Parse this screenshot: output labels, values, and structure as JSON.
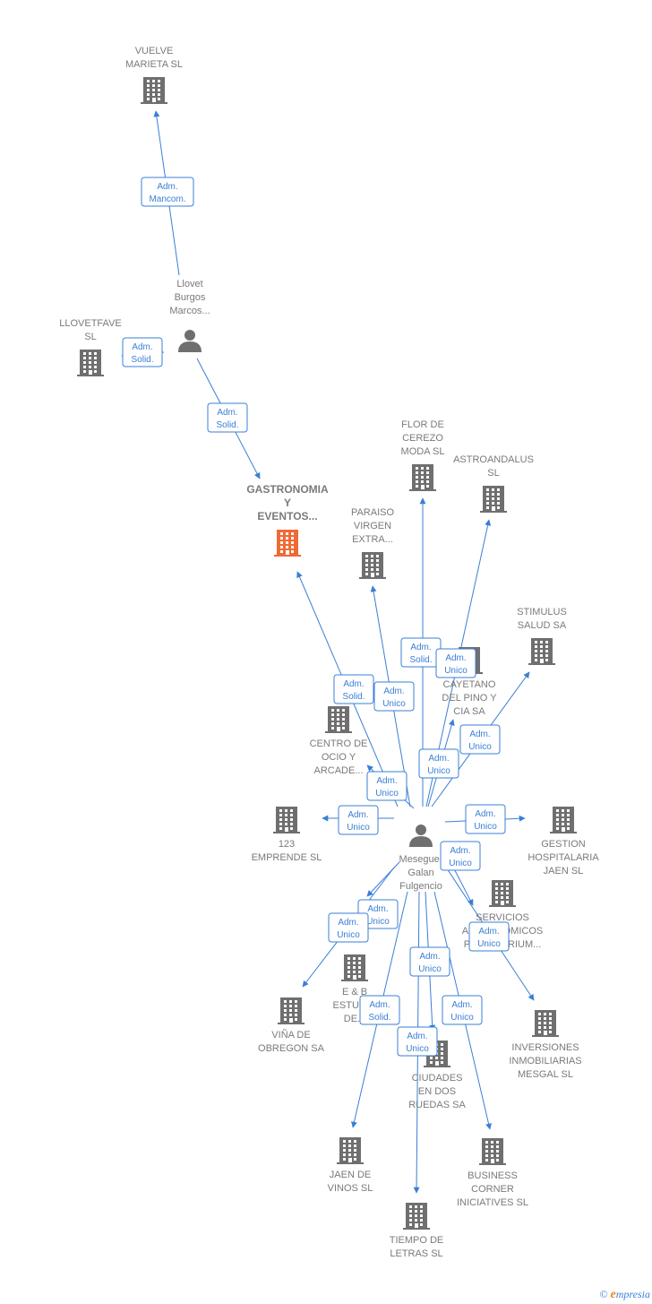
{
  "colors": {
    "edge": "#3a7fd5",
    "building": "#6f6f6f",
    "building_main": "#f06a35",
    "person": "#6f6f6f",
    "label": "#7a7a7a"
  },
  "nodes": [
    {
      "id": "vuelve",
      "type": "building",
      "lines": [
        "VUELVE",
        "MARIETA  SL"
      ],
      "label_pos": "above"
    },
    {
      "id": "llovet",
      "type": "person",
      "lines": [
        "Llovet",
        "Burgos",
        "Marcos..."
      ],
      "label_pos": "above"
    },
    {
      "id": "llovetfave",
      "type": "building",
      "lines": [
        "LLOVETFAVE",
        "SL"
      ],
      "label_pos": "above"
    },
    {
      "id": "gastronomia",
      "type": "building_main",
      "lines": [
        "GASTRONOMIA",
        "Y",
        "EVENTOS..."
      ],
      "label_pos": "above"
    },
    {
      "id": "flor",
      "type": "building",
      "lines": [
        "FLOR DE",
        "CEREZO",
        "MODA  SL"
      ],
      "label_pos": "above"
    },
    {
      "id": "astroandalus",
      "type": "building",
      "lines": [
        "ASTROANDALUS",
        "SL"
      ],
      "label_pos": "above"
    },
    {
      "id": "paraiso",
      "type": "building",
      "lines": [
        "PARAISO",
        "VIRGEN",
        "EXTRA..."
      ],
      "label_pos": "above"
    },
    {
      "id": "stimulus",
      "type": "building",
      "lines": [
        "STIMULUS",
        "SALUD SA"
      ],
      "label_pos": "above"
    },
    {
      "id": "cayetano",
      "type": "building",
      "lines": [
        "CAYETANO",
        "DEL PINO Y",
        "CIA SA"
      ],
      "label_pos": "below"
    },
    {
      "id": "centro",
      "type": "building",
      "lines": [
        "CENTRO DE",
        "OCIO Y",
        "ARCADE..."
      ],
      "label_pos": "below"
    },
    {
      "id": "emprende",
      "type": "building",
      "lines": [
        "123",
        "EMPRENDE  SL"
      ],
      "label_pos": "below"
    },
    {
      "id": "meseguer",
      "type": "person",
      "lines": [
        "Meseguer",
        "Galan",
        "Fulgencio"
      ],
      "label_pos": "below"
    },
    {
      "id": "gestion",
      "type": "building",
      "lines": [
        "GESTION",
        "HOSPITALARIA",
        "JAEN  SL"
      ],
      "label_pos": "below"
    },
    {
      "id": "servicios",
      "type": "building",
      "lines": [
        "SERVICIOS",
        "ASTRONOMICOS",
        "PLANETARIUM..."
      ],
      "label_pos": "below"
    },
    {
      "id": "eb",
      "type": "building",
      "lines": [
        "E & B",
        "ESTUDIO",
        "DE..."
      ],
      "label_pos": "below"
    },
    {
      "id": "vina",
      "type": "building",
      "lines": [
        "VIÑA DE",
        "OBREGON SA"
      ],
      "label_pos": "below"
    },
    {
      "id": "inversiones",
      "type": "building",
      "lines": [
        "INVERSIONES",
        "INMOBILIARIAS",
        "MESGAL  SL"
      ],
      "label_pos": "below"
    },
    {
      "id": "ciudades",
      "type": "building",
      "lines": [
        "CIUDADES",
        "EN DOS",
        "RUEDAS SA"
      ],
      "label_pos": "below"
    },
    {
      "id": "jaen",
      "type": "building",
      "lines": [
        "JAEN DE",
        "VINOS  SL"
      ],
      "label_pos": "below"
    },
    {
      "id": "business",
      "type": "building",
      "lines": [
        "BUSINESS",
        "CORNER",
        "INICIATIVES SL"
      ],
      "label_pos": "below"
    },
    {
      "id": "tiempo",
      "type": "building",
      "lines": [
        "TIEMPO DE",
        "LETRAS  SL"
      ],
      "label_pos": "below"
    }
  ],
  "edges": [
    {
      "from": "llovet",
      "to": "vuelve",
      "lines": [
        "Adm.",
        "Mancom."
      ]
    },
    {
      "from": "llovet",
      "to": "llovetfave",
      "lines": [
        "Adm.",
        "Solid."
      ]
    },
    {
      "from": "llovet",
      "to": "gastronomia",
      "lines": [
        "Adm.",
        "Solid."
      ]
    },
    {
      "from": "meseguer",
      "to": "gastronomia",
      "lines": [
        "Adm.",
        "Solid."
      ]
    },
    {
      "from": "meseguer",
      "to": "paraiso",
      "lines": [
        "Adm.",
        "Unico"
      ]
    },
    {
      "from": "meseguer",
      "to": "flor",
      "lines": [
        "Adm.",
        "Solid."
      ]
    },
    {
      "from": "meseguer",
      "to": "astroandalus",
      "lines": [
        "Adm.",
        "Unico"
      ]
    },
    {
      "from": "meseguer",
      "to": "stimulus",
      "lines": [
        "Adm.",
        "Unico"
      ]
    },
    {
      "from": "meseguer",
      "to": "cayetano",
      "lines": [
        "Adm.",
        "Unico"
      ]
    },
    {
      "from": "meseguer",
      "to": "centro",
      "lines": [
        "Adm.",
        "Unico"
      ]
    },
    {
      "from": "meseguer",
      "to": "emprende",
      "lines": [
        "Adm.",
        "Unico"
      ]
    },
    {
      "from": "meseguer",
      "to": "gestion",
      "lines": [
        "Adm.",
        "Unico"
      ]
    },
    {
      "from": "meseguer",
      "to": "servicios",
      "lines": [
        "Adm.",
        "Unico"
      ]
    },
    {
      "from": "meseguer",
      "to": "inversiones",
      "lines": [
        "Adm.",
        "Unico"
      ]
    },
    {
      "from": "meseguer",
      "to": "eb",
      "lines": [
        "Adm.",
        "Unico"
      ]
    },
    {
      "from": "meseguer",
      "to": "vina",
      "lines": [
        "Adm.",
        "Unico"
      ]
    },
    {
      "from": "meseguer",
      "to": "jaen",
      "lines": [
        "Adm.",
        "Solid."
      ]
    },
    {
      "from": "meseguer",
      "to": "ciudades",
      "lines": [
        "Adm.",
        "Unico"
      ]
    },
    {
      "from": "meseguer",
      "to": "tiempo",
      "lines": [
        "Adm.",
        "Unico"
      ]
    },
    {
      "from": "meseguer",
      "to": "business",
      "lines": [
        "Adm.",
        "Unico"
      ]
    }
  ],
  "footer": {
    "copyright": "©",
    "brand_initial": "e",
    "brand_rest": "mpresia"
  }
}
